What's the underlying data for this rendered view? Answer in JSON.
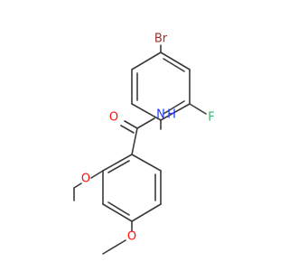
{
  "molecule": {
    "atoms": {
      "Br": {
        "text": "Br",
        "color": "#a52a2a"
      },
      "F": {
        "text": "F",
        "color": "#3cb371"
      },
      "N": {
        "text": "N",
        "color": "#1e3cff"
      },
      "O_carbonyl": {
        "text": "O",
        "color": "#ff0d0d"
      },
      "O_3": {
        "text": "O",
        "color": "#ff0d0d"
      },
      "O_4": {
        "text": "O",
        "color": "#ff0d0d"
      }
    },
    "nh_hydrogen": {
      "text": "H",
      "color": "#1e3cff"
    },
    "bond_color": "#3a3a3a"
  }
}
